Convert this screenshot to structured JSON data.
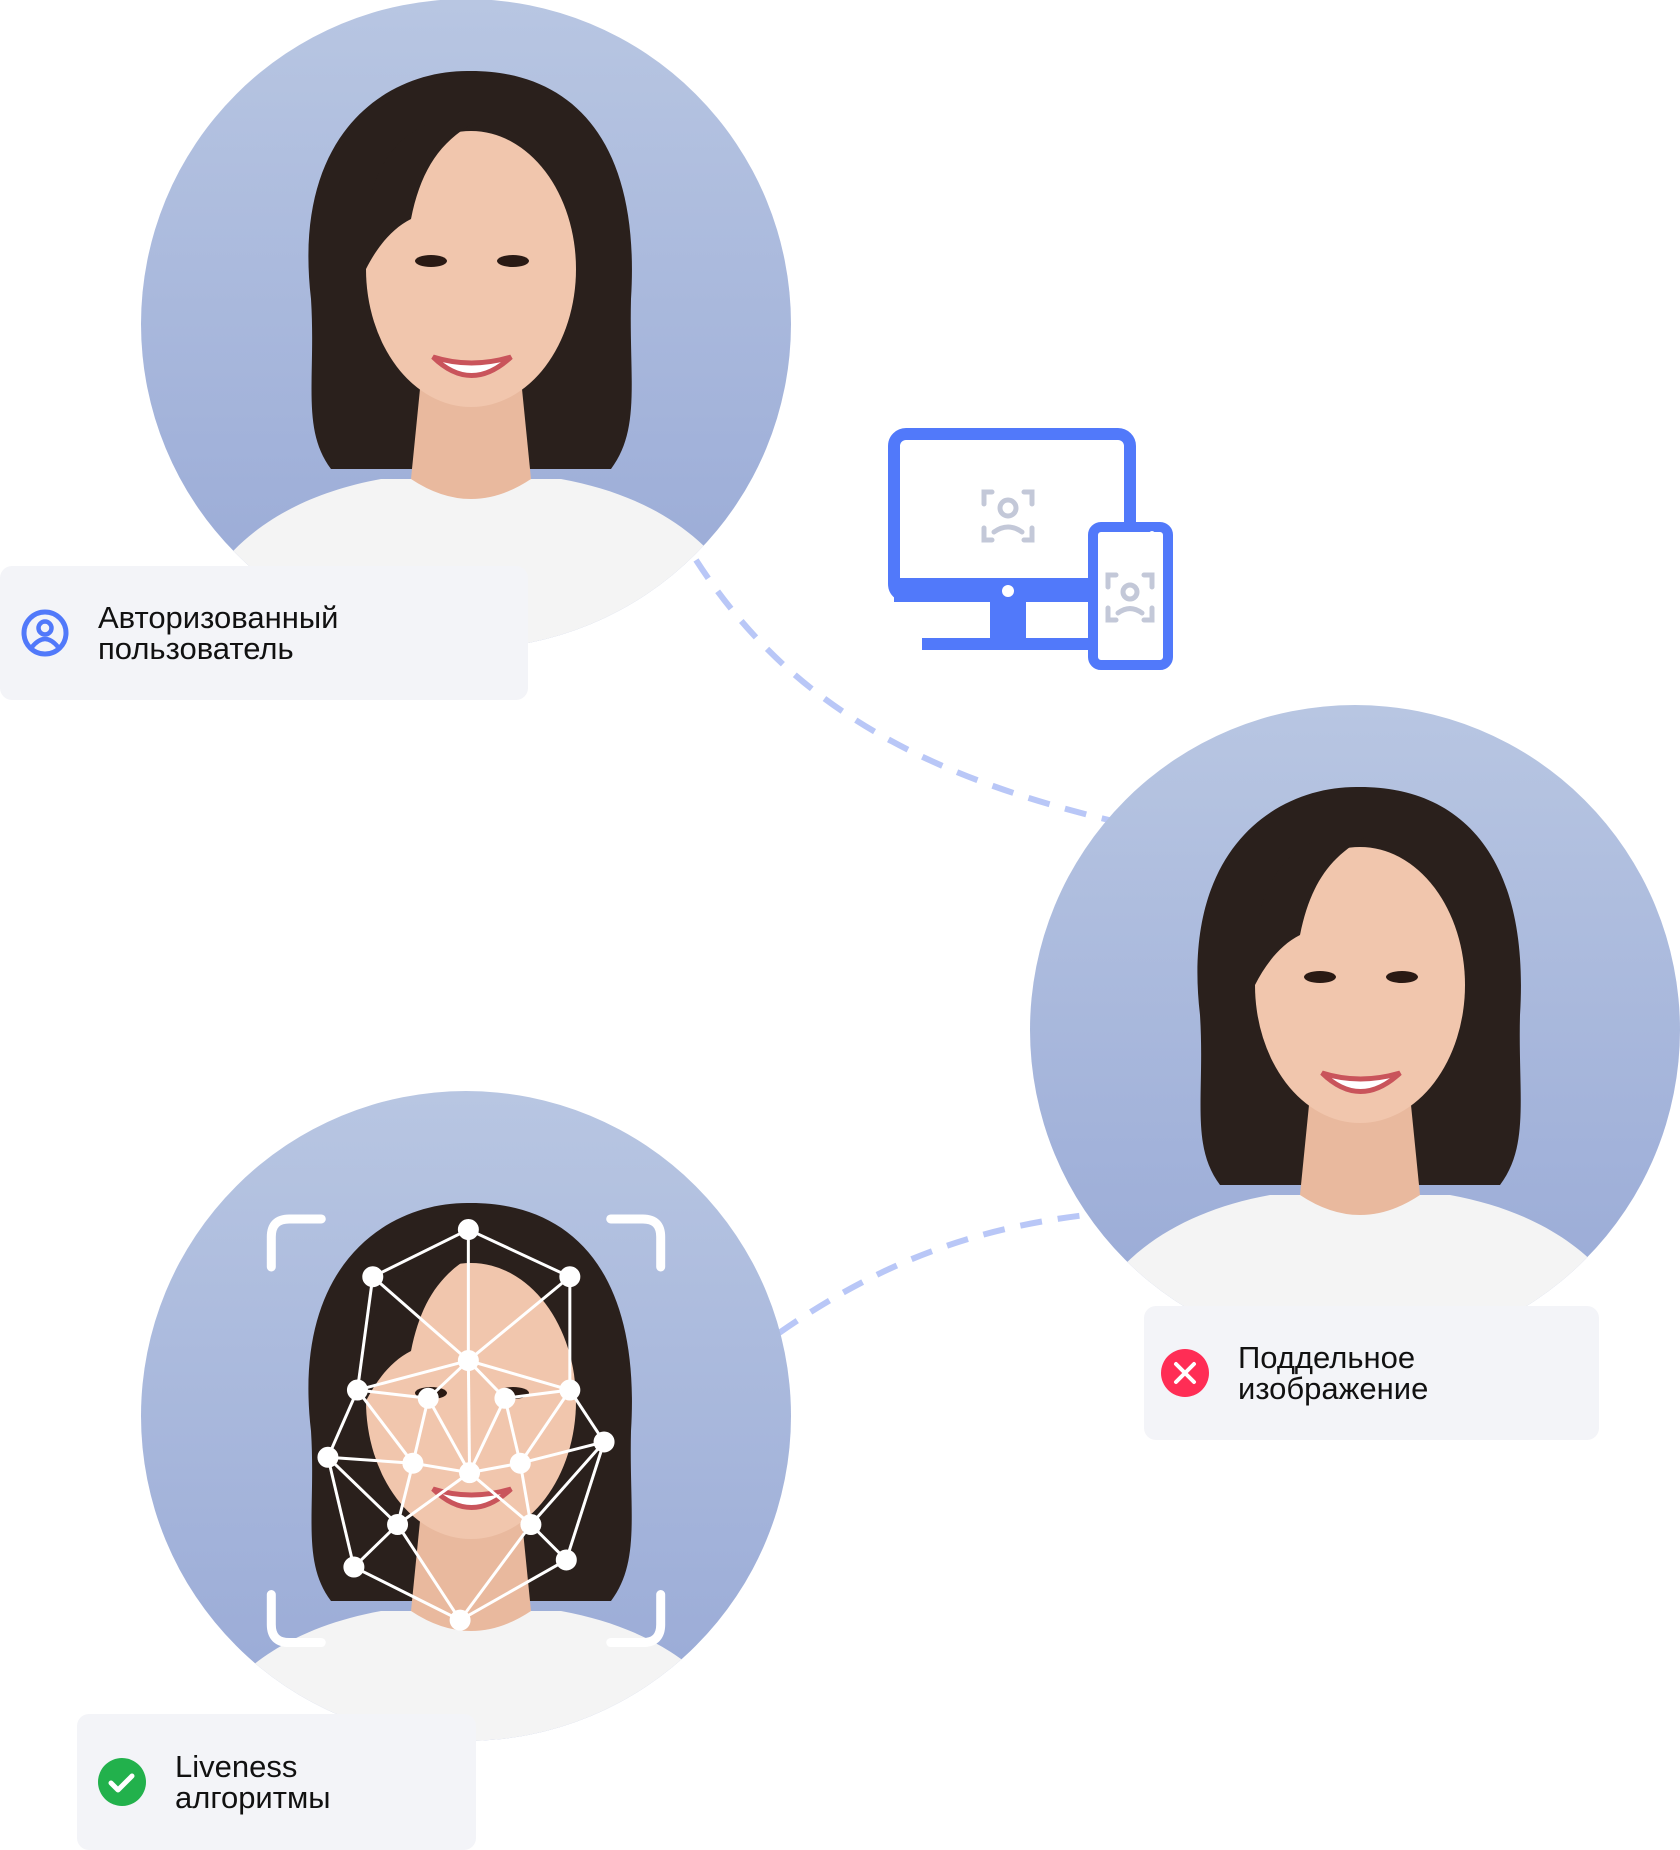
{
  "colors": {
    "accent": "#5179fa",
    "background_circle_top": "#b8c6e2",
    "background_circle_bottom": "#98a9d6",
    "card": "#f3f4f8",
    "success": "#22b14c",
    "error": "#ff2d55",
    "dash": "#b9c7f7",
    "face_scan_icon": "#c3c8d8"
  },
  "cards": {
    "authorized": {
      "icon": "user-circle-icon",
      "line1": "Авторизованный",
      "line2": "пользователь"
    },
    "fake": {
      "icon": "error-x-icon",
      "line1": "Поддельное",
      "line2": "изображение"
    },
    "liveness": {
      "icon": "check-circle-icon",
      "line1": "Liveness",
      "line2": "алгоритмы"
    }
  },
  "devices": {
    "icons": [
      "monitor-icon",
      "smartphone-icon",
      "face-scan-icon"
    ]
  }
}
